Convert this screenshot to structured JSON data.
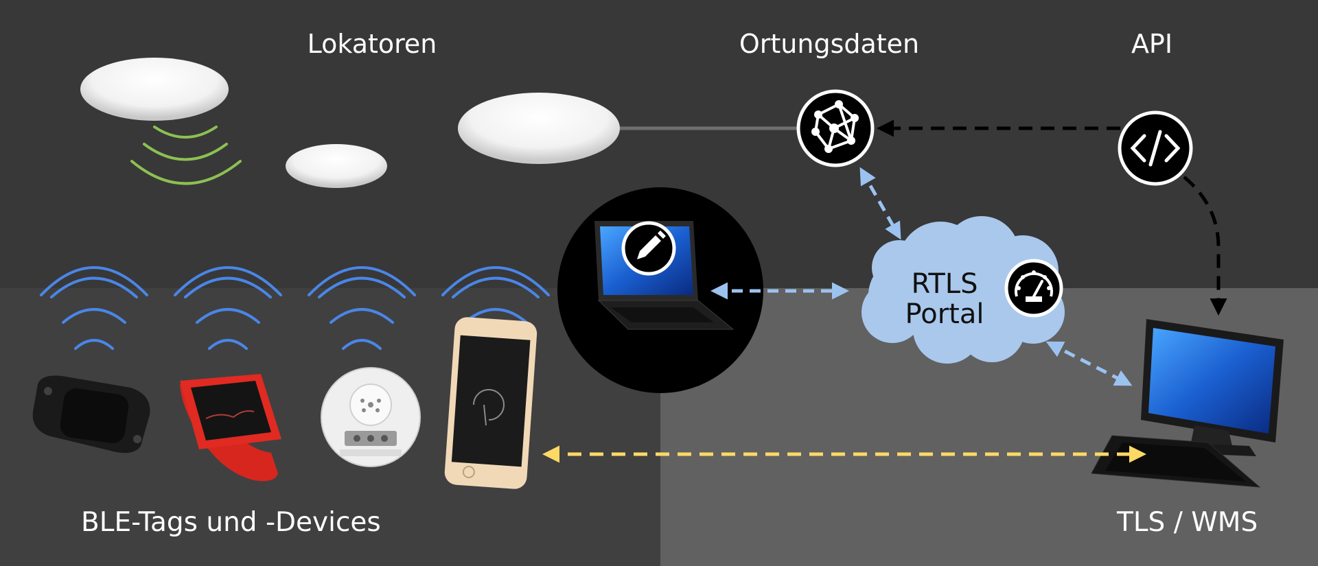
{
  "labels": {
    "lokatoren": "Lokatoren",
    "ortungsdaten": "Ortungsdaten",
    "api": "API",
    "ble_devices": "BLE-Tags und -Devices",
    "tls_wms": "TLS / WMS"
  },
  "portal": {
    "line1": "RTLS",
    "line2": "Portal"
  },
  "colors": {
    "bg_top": "#383838",
    "bg_bottom_left": "#404040",
    "bg_bottom_right": "#616161",
    "ble_waves": "#4a86e8",
    "locator_waves": "#8cc152",
    "cloud": "#a9c8ec",
    "arrow_blue": "#9cc2f0",
    "arrow_yellow": "#ffd966",
    "arrow_black": "#000000"
  },
  "icons": [
    "network-icon",
    "code-icon",
    "pencil-icon",
    "gauge-icon"
  ]
}
